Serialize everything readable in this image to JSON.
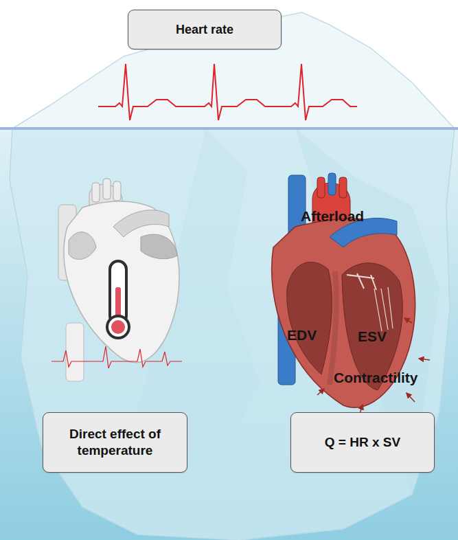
{
  "diagram": {
    "nodes": [
      {
        "text": [
          "Heart rate"
        ]
      },
      {
        "text": [
          "Direct effect of temperature"
        ]
      },
      {
        "text": [
          "Q = HR x SV"
        ]
      }
    ],
    "labels": [
      "Afterload",
      "EDV",
      "ESV",
      "Contractility"
    ]
  }
}
